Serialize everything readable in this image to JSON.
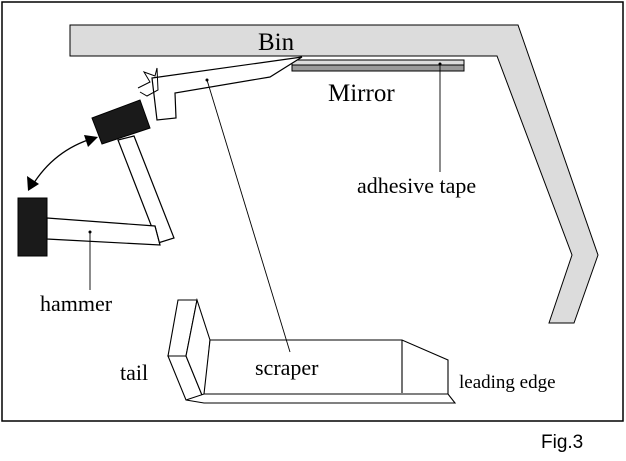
{
  "diagram": {
    "labels": {
      "bin": "Bin",
      "mirror": "Mirror",
      "adhesive_tape": "adhesive tape",
      "hammer": "hammer",
      "tail": "tail",
      "scraper": "scraper",
      "leading_edge": "leading edge"
    },
    "figure_caption": "Fig.3"
  },
  "colors": {
    "bin_fill": "#dcdcdc",
    "mirror_fill": "#9a9a9a",
    "hammer_head": "#1a1a1a",
    "line": "#000000",
    "background": "#ffffff"
  }
}
